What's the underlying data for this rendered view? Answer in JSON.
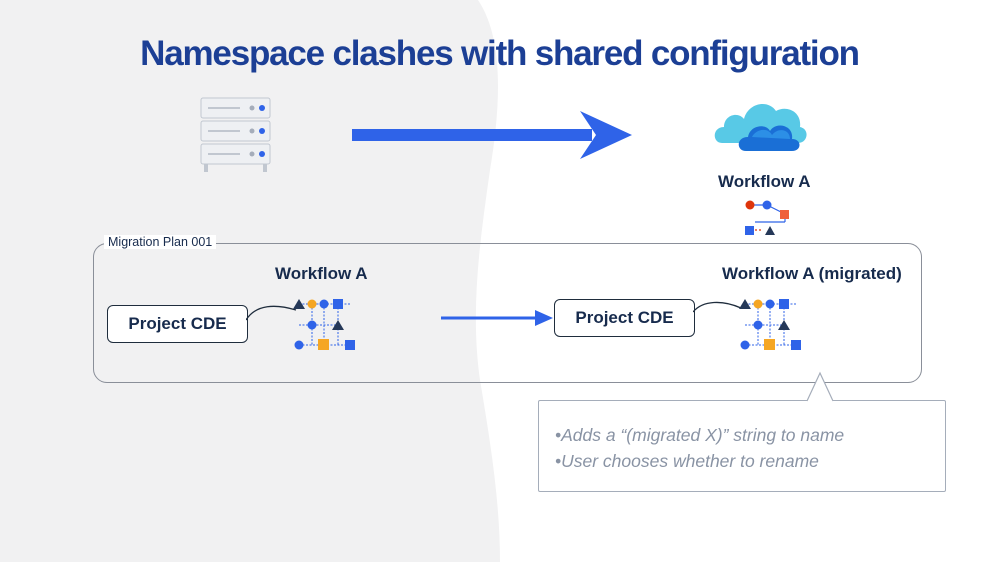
{
  "title": "Namespace clashes with shared configuration",
  "cloud_workflow_label": "Workflow A",
  "migration_plan": {
    "label": "Migration Plan 001",
    "source": {
      "workflow_label": "Workflow A",
      "project_label": "Project CDE"
    },
    "target": {
      "workflow_label": "Workflow A (migrated)",
      "project_label": "Project CDE"
    }
  },
  "callout": {
    "lines": [
      "•Adds a “(migrated X)” string to name",
      "•User chooses whether to rename"
    ]
  },
  "icons": [
    "server-icon",
    "cloud-icon",
    "workflow-small-icon",
    "workflow-icon",
    "migrate-arrow-icon"
  ],
  "colors": {
    "title": "#1c3f95",
    "arrow": "#2f63e8",
    "background_left": "#f1f1f2",
    "text_dark": "#172b4d",
    "callout_text": "#8993a4"
  }
}
